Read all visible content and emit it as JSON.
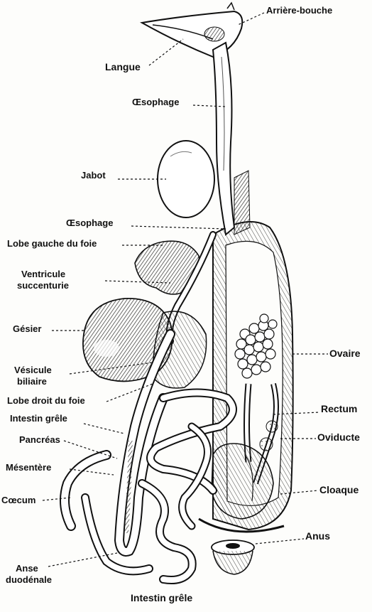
{
  "labels": {
    "arriere_bouche": "Arrière-bouche",
    "langue": "Langue",
    "oesophage_top": "Œsophage",
    "jabot": "Jabot",
    "oesophage_mid": "Œsophage",
    "lobe_gauche": "Lobe gauche du foie",
    "ventricule_line1": "Ventricule",
    "ventricule_line2": "succenturie",
    "gesier": "Gésier",
    "vesicule_line1": "Vésicule",
    "vesicule_line2": "biliaire",
    "lobe_droit": "Lobe droit du foie",
    "intestin_grele_upper": "Intestin grêle",
    "pancreas": "Pancréas",
    "mesentere": "Mésentère",
    "caecum": "Cœcum",
    "anse_line1": "Anse",
    "anse_line2": "duodénale",
    "intestin_grele_bottom": "Intestin grêle",
    "ovaire": "Ovaire",
    "rectum": "Rectum",
    "oviducte": "Oviducte",
    "cloaque": "Cloaque",
    "anus": "Anus"
  },
  "colors": {
    "ink": "#111111",
    "paper": "#fdfdfb"
  }
}
